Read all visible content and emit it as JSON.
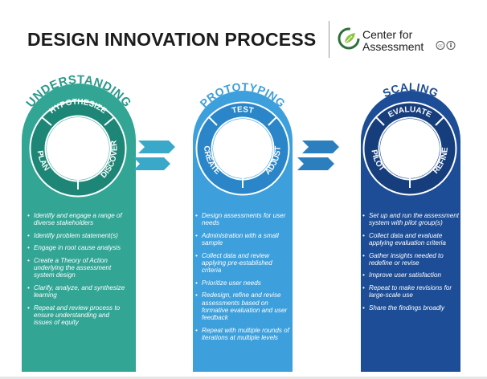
{
  "title": "DESIGN INNOVATION PROCESS",
  "logo": {
    "line1": "Center for",
    "line2": "Assessment"
  },
  "colors": {
    "understanding": "#32a595",
    "prototyping": "#3d9fdb",
    "scaling": "#1d4d96",
    "connector": "#3aa8c9"
  },
  "phases": [
    {
      "name": "UNDERSTANDING",
      "steps": [
        "HYPOTHESIZE",
        "DISCOVER",
        "PLAN"
      ],
      "bullets": [
        "Identify and engage a range of diverse stakeholders",
        "Identify problem statement(s)",
        "Engage in root cause analysis",
        "Create a Theory of Action underlying the assessment system design",
        "Clarify, analyze, and synthesize learning",
        "Repeat and review process to ensure understanding and issues of equity"
      ]
    },
    {
      "name": "PROTOTYPING",
      "steps": [
        "TEST",
        "ADJUST",
        "CREATE"
      ],
      "bullets": [
        "Design assessments for user needs",
        "Administration with a small sample",
        "Collect data and review applying pre-established criteria",
        "Prioritize user needs",
        "Redesign, refine and revise assessments based on formative evaluation and user feedback",
        "Repeat with multiple rounds of iterations at multiple levels"
      ]
    },
    {
      "name": "SCALING",
      "steps": [
        "EVALUATE",
        "REFINE",
        "PILOT"
      ],
      "bullets": [
        "Set up and run the assessment system with pilot group(s)",
        "Collect data and evaluate applying evaluation criteria",
        "Gather insights needed to redefine or revise",
        "Improve user satisfaction",
        "Repeat to make revisions for large-scale use",
        "Share the findings broadly"
      ]
    }
  ]
}
